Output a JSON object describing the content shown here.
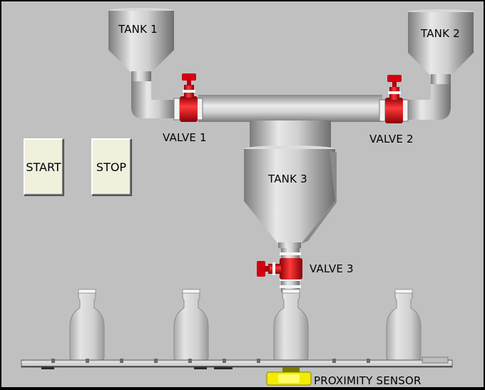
{
  "tanks": {
    "tank1": "TANK 1",
    "tank2": "TANK 2",
    "tank3": "TANK 3"
  },
  "valves": {
    "valve1": "VALVE 1",
    "valve2": "VALVE 2",
    "valve3": "VALVE 3"
  },
  "controls": {
    "start": "START",
    "stop": "STOP"
  },
  "sensor": {
    "label": "PROXIMITY SENSOR"
  },
  "colors": {
    "background": "#c0c0c0",
    "valve": "#e0101a",
    "sensor": "#f2ec00",
    "button": "#f0f0dc"
  }
}
